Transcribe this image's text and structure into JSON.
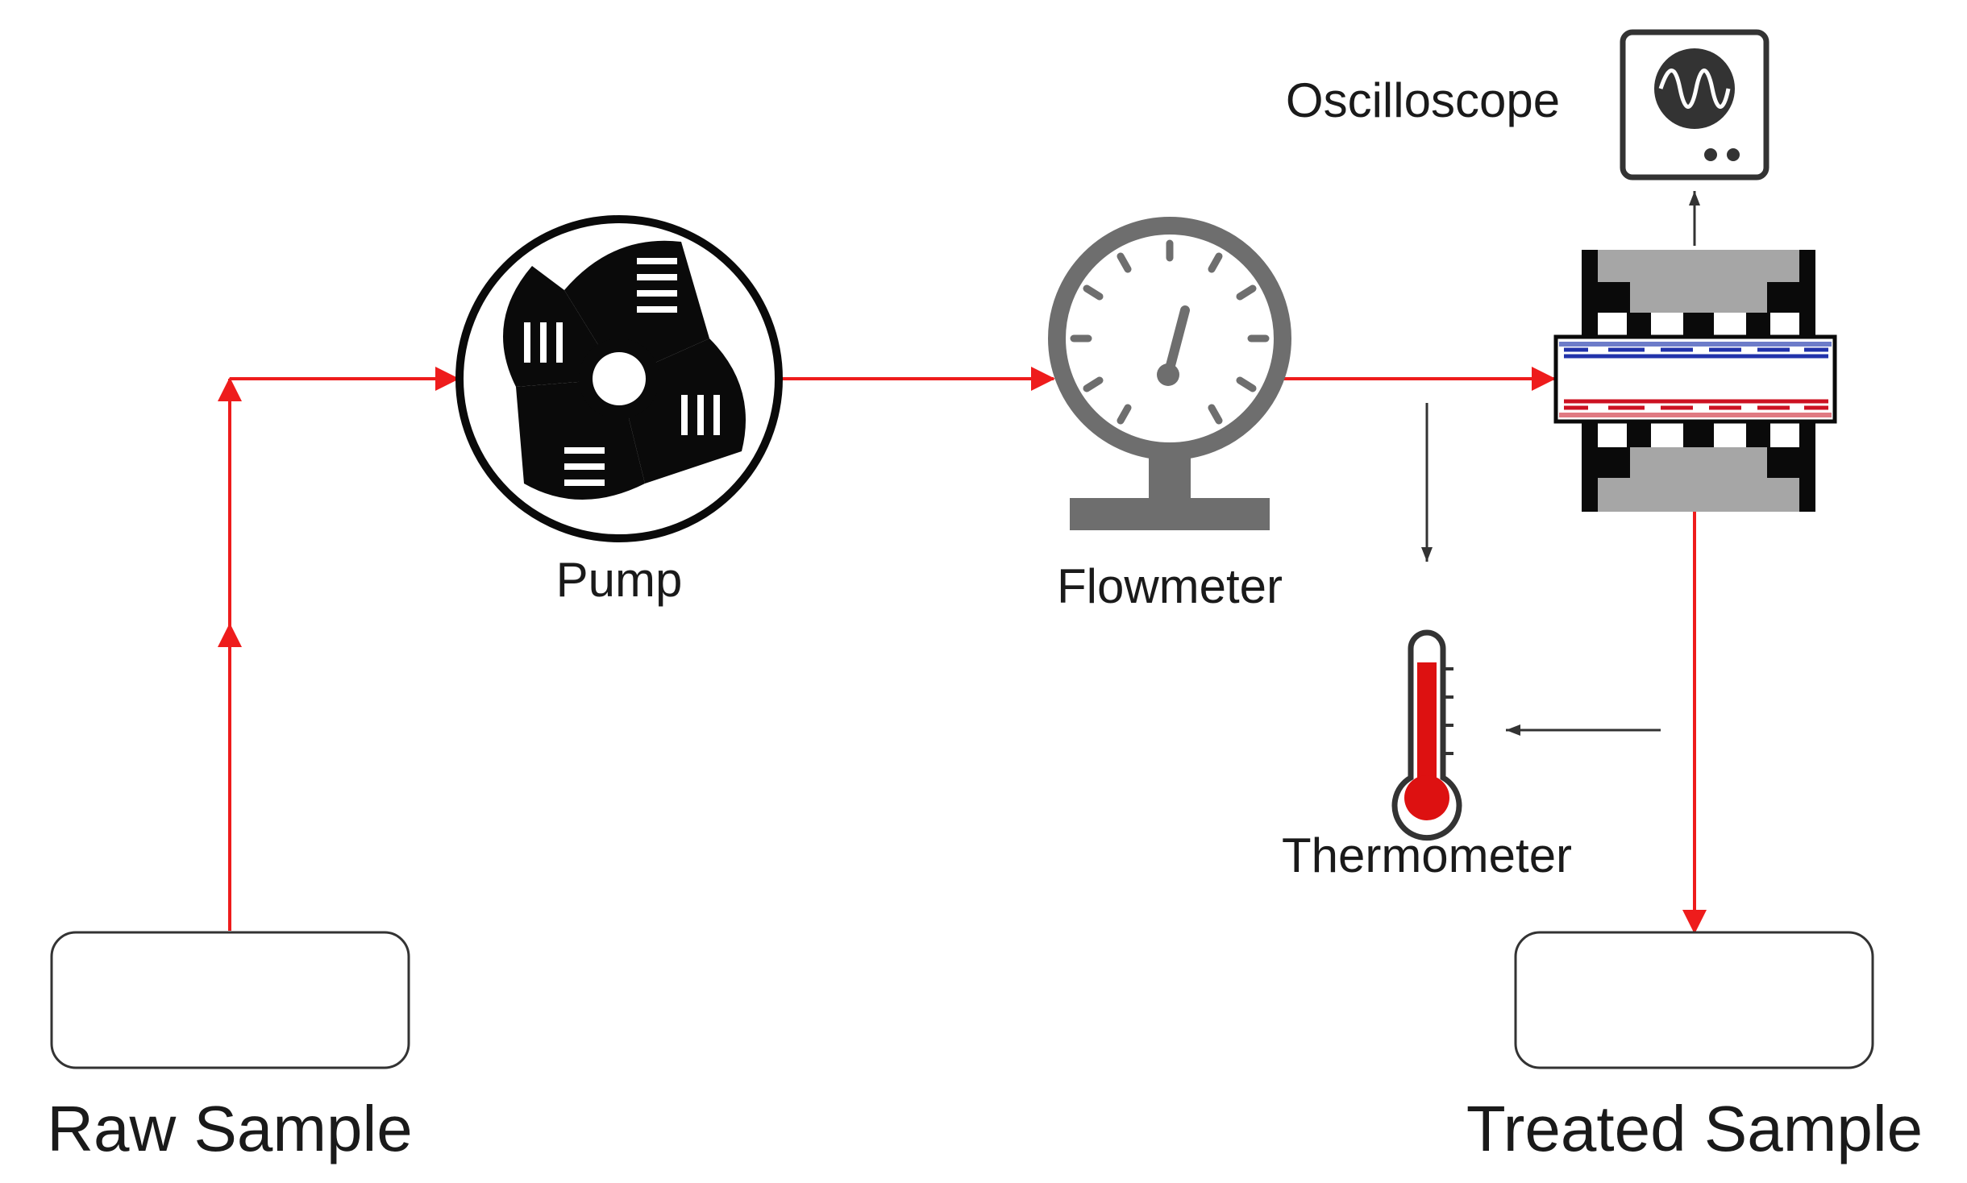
{
  "labels": {
    "raw_sample": "Raw Sample",
    "pump": "Pump",
    "flowmeter": "Flowmeter",
    "oscilloscope": "Oscilloscope",
    "thermometer": "Thermometer",
    "treated_sample": "Treated Sample"
  },
  "colors": {
    "flow_line": "#ee1c1c",
    "signal_line": "#333333",
    "device_dark": "#0a0a0a",
    "device_gray": "#6e6e6e",
    "electrode_gray": "#a6a6a6",
    "electrode_blue": "#2233aa",
    "electrode_red": "#cc1122",
    "thermometer_fill": "#dd1111"
  },
  "icons": [
    "pump-icon",
    "flowmeter-icon",
    "oscilloscope-icon",
    "treatment-chamber-icon",
    "thermometer-icon"
  ]
}
